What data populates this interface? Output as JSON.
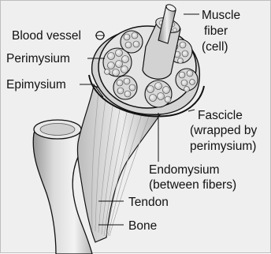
{
  "diagram": {
    "labels": {
      "muscle_fiber": [
        "Muscle",
        "fiber",
        "(cell)"
      ],
      "blood_vessel": "Blood vessel",
      "perimysium": "Perimysium",
      "epimysium": "Epimysium",
      "fascicle": [
        "Fascicle",
        "(wrapped by",
        "perimysium)"
      ],
      "endomysium": [
        "Endomysium",
        "(between fibers)"
      ],
      "tendon": "Tendon",
      "bone": "Bone"
    },
    "colors": {
      "background": "#efefef",
      "tissue_light": "#e6e6e6",
      "tissue_mid": "#cfcfcf",
      "tissue_dark": "#8e8e8e",
      "outline": "#111111",
      "label": "#111111"
    }
  }
}
